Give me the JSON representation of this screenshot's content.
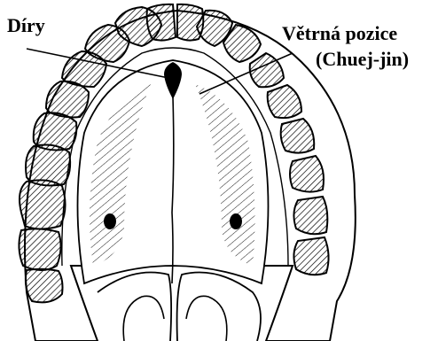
{
  "labels": {
    "holes": "Díry",
    "wind_position_line1": "Větrná pozice",
    "wind_position_line2": "(Chuej-jin)"
  },
  "colors": {
    "ink": "#000000",
    "background": "#ffffff"
  }
}
